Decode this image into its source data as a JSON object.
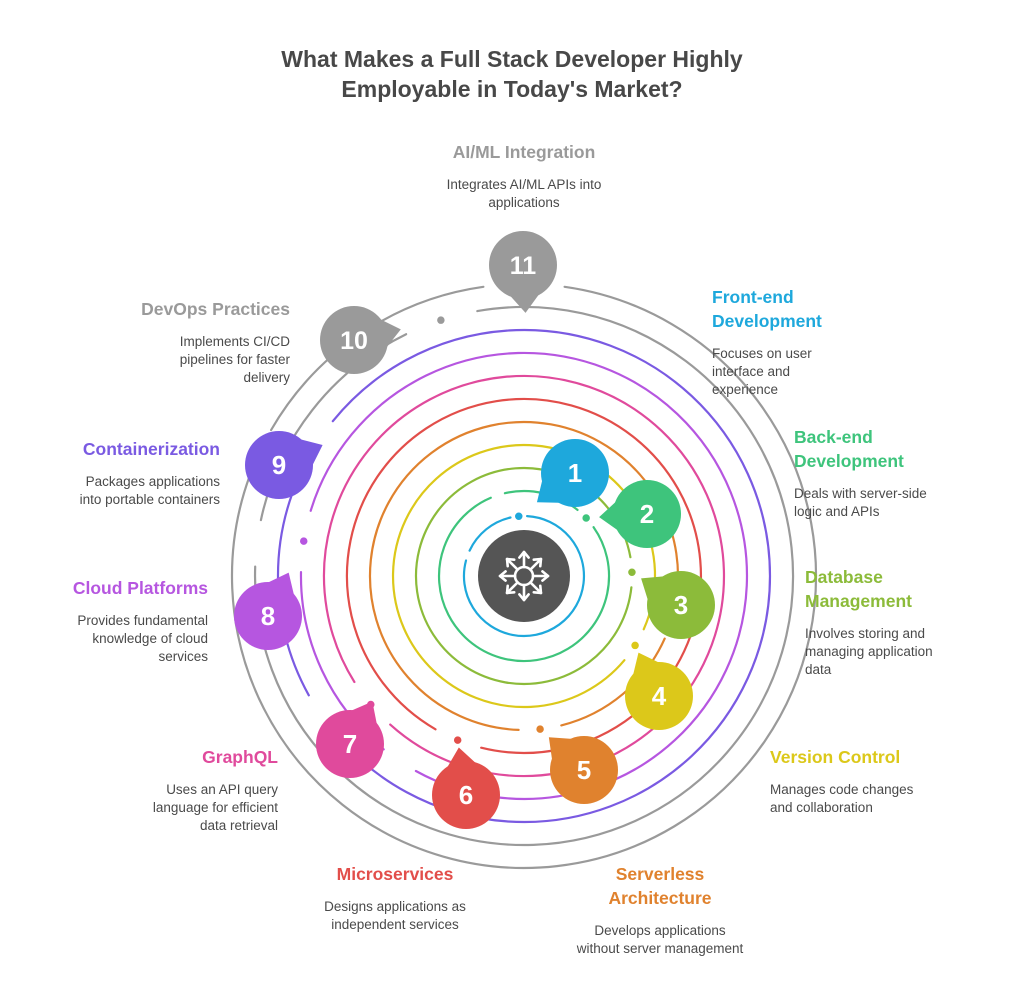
{
  "title_line1": "What Makes a Full Stack Developer Highly",
  "title_line2": "Employable in Today's Market?",
  "center_icon": "gear-snowflake-icon",
  "items": [
    {
      "number": "1",
      "color": "#1ea8dc",
      "title": "Front-end Development",
      "title_lines": [
        "Front-end",
        "Development"
      ],
      "desc_lines": [
        "Focuses on user",
        "interface and",
        "experience"
      ]
    },
    {
      "number": "2",
      "color": "#3ec47c",
      "title": "Back-end Development",
      "title_lines": [
        "Back-end",
        "Development"
      ],
      "desc_lines": [
        "Deals with server-side",
        "logic and APIs"
      ]
    },
    {
      "number": "3",
      "color": "#8cbb3a",
      "title": "Database Management",
      "title_lines": [
        "Database",
        "Management"
      ],
      "desc_lines": [
        "Involves storing and",
        "managing application",
        "data"
      ]
    },
    {
      "number": "4",
      "color": "#dcc81a",
      "title": "Version Control",
      "title_lines": [
        "Version Control"
      ],
      "desc_lines": [
        "Manages code changes",
        "and collaboration"
      ]
    },
    {
      "number": "5",
      "color": "#e0822e",
      "title": "Serverless Architecture",
      "title_lines": [
        "Serverless",
        "Architecture"
      ],
      "desc_lines": [
        "Develops applications",
        "without server management"
      ]
    },
    {
      "number": "6",
      "color": "#e24e4a",
      "title": "Microservices",
      "title_lines": [
        "Microservices"
      ],
      "desc_lines": [
        "Designs applications as",
        "independent services"
      ]
    },
    {
      "number": "7",
      "color": "#e04a9c",
      "title": "GraphQL",
      "title_lines": [
        "GraphQL"
      ],
      "desc_lines": [
        "Uses an API query",
        "language for efficient",
        "data retrieval"
      ]
    },
    {
      "number": "8",
      "color": "#b656e0",
      "title": "Cloud Platforms",
      "title_lines": [
        "Cloud Platforms"
      ],
      "desc_lines": [
        "Provides fundamental",
        "knowledge of cloud",
        "services"
      ]
    },
    {
      "number": "9",
      "color": "#7a5ae2",
      "title": "Containerization",
      "title_lines": [
        "Containerization"
      ],
      "desc_lines": [
        "Packages applications",
        "into portable containers"
      ]
    },
    {
      "number": "10",
      "color": "#9a9a9a",
      "title": "DevOps Practices",
      "title_lines": [
        "DevOps Practices"
      ],
      "desc_lines": [
        "Implements CI/CD",
        "pipelines for faster",
        "delivery"
      ]
    },
    {
      "number": "11",
      "color": "#9a9a9a",
      "title": "AI/ML Integration",
      "title_lines": [
        "AI/ML Integration"
      ],
      "desc_lines": [
        "Integrates AI/ML APIs into",
        "applications"
      ]
    }
  ],
  "colors": {
    "title": "#484848",
    "center": "#555555",
    "description": "#4a4a4a"
  }
}
